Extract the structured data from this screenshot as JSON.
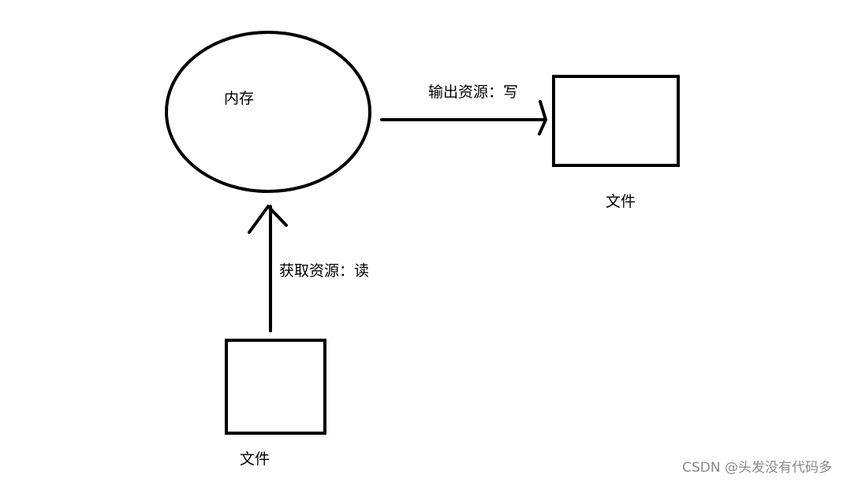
{
  "diagram": {
    "memory_label": "内存",
    "write_arrow_label": "输出资源：写",
    "read_arrow_label": "获取资源：读",
    "output_file_label": "文件",
    "input_file_label": "文件"
  },
  "watermark": {
    "text": "CSDN @头发没有代码多"
  },
  "colors": {
    "stroke": "#000000",
    "background": "#ffffff",
    "watermark": "#8a8a8a"
  }
}
